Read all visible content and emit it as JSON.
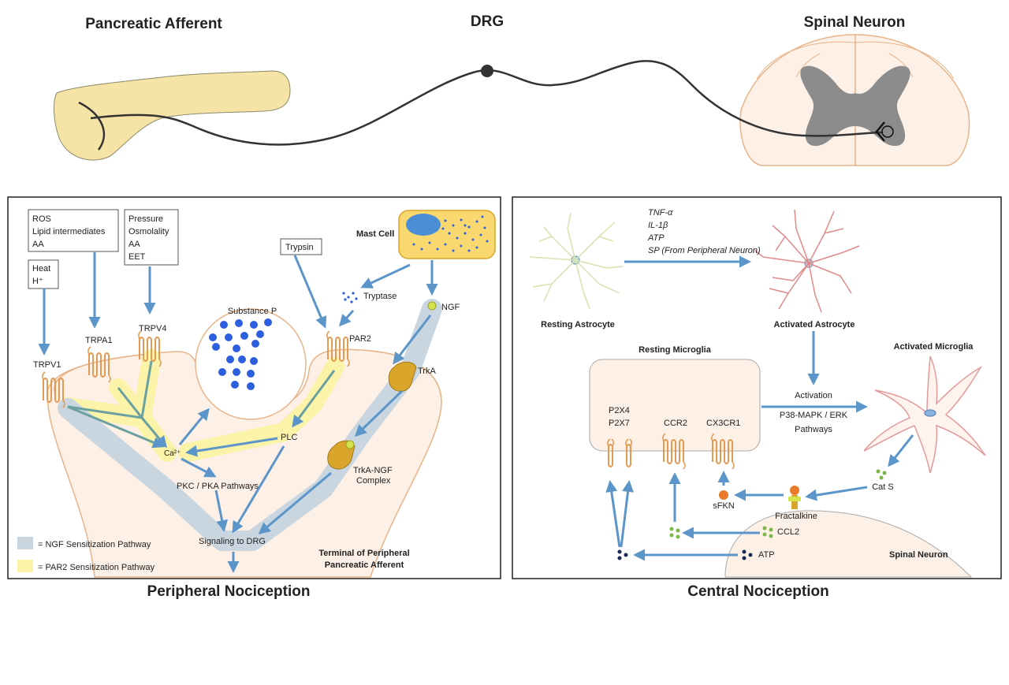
{
  "top": {
    "pancreatic_afferent": "Pancreatic Afferent",
    "drg": "DRG",
    "spinal_neuron": "Spinal Neuron"
  },
  "peripheral": {
    "title": "Peripheral Nociception",
    "box_ros": [
      "ROS",
      "Lipid intermediates",
      "AA"
    ],
    "box_heat": [
      "Heat",
      "H⁺"
    ],
    "box_pressure": [
      "Pressure",
      "Osmolality",
      "AA",
      "EET"
    ],
    "box_trypsin": "Trypsin",
    "mast_cell": "Mast Cell",
    "tryptase": "Tryptase",
    "ngf": "NGF",
    "trpv1": "TRPV1",
    "trpa1": "TRPA1",
    "trpv4": "TRPV4",
    "substance_p": "Substance P",
    "par2": "PAR2",
    "trka": "TrkA",
    "trka_ngf": [
      "TrkA-NGF",
      "Complex"
    ],
    "plc": "PLC",
    "ca": "Ca²⁺",
    "pkc_pka": "PKC / PKA Pathways",
    "signaling": "Signaling to DRG",
    "terminal": [
      "Terminal of Peripheral",
      "Pancreatic Afferent"
    ],
    "legend": [
      {
        "color": "#c9d6e0",
        "label": "= NGF Sensitization Pathway"
      },
      {
        "color": "#fbf3a8",
        "label": "= PAR2 Sensitization Pathway"
      }
    ]
  },
  "central": {
    "title": "Central Nociception",
    "stimuli": [
      "TNF-α",
      "IL-1β",
      "ATP",
      "SP (From Peripheral Neuron)"
    ],
    "resting_astrocyte": "Resting Astrocyte",
    "activated_astrocyte": "Activated Astrocyte",
    "resting_microglia": "Resting Microglia",
    "activated_microglia": "Activated Microglia",
    "activation": "Activation",
    "pathways": [
      "P38-MAPK / ERK",
      "Pathways"
    ],
    "p2x": [
      "P2X4",
      "P2X7"
    ],
    "ccr2": "CCR2",
    "cx3cr1": "CX3CR1",
    "cat_s": "Cat S",
    "sfkn": "sFKN",
    "fractalkine": "Fractalkine",
    "ccl2": "CCL2",
    "atp": "ATP",
    "spinal_neuron": "Spinal Neuron"
  },
  "colors": {
    "arrow": "#5b95c9",
    "pancreas": "#f6e3a6",
    "cell_fill": "#fdf0e6",
    "cell_edge": "#e7b48a",
    "receptor": "#e39a52",
    "dots": "#2d5ee0",
    "par2_path": "#fbf3a8",
    "ngf_path": "#c9d6e0",
    "trka": "#d9a52a",
    "astro_rest": "#d5e3b0",
    "astro_active": "#e08a8a"
  }
}
